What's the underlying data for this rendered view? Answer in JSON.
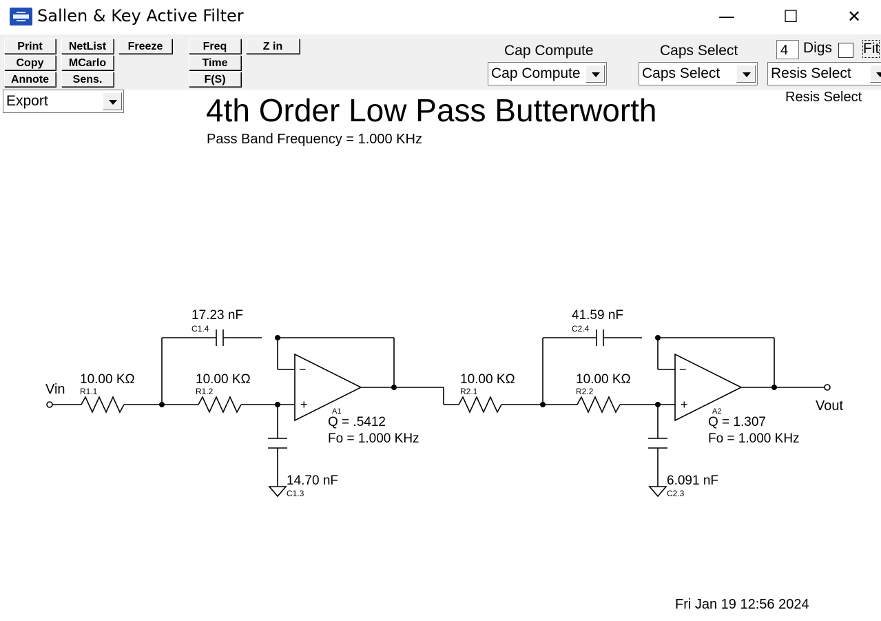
{
  "window": {
    "title": "Sallen & Key Active Filter",
    "minimize": "—",
    "maximize": "☐",
    "close": "✕"
  },
  "toolbar": {
    "print": "Print",
    "copy": "Copy",
    "annote": "Annote",
    "netlist": "NetList",
    "mcarlo": "MCarlo",
    "sens": "Sens.",
    "freeze": "Freeze",
    "freq": "Freq",
    "time": "Time",
    "fs": "F(S)",
    "zin": "Z in",
    "export": "Export",
    "cap_compute_label": "Cap Compute",
    "cap_compute_value": "Cap Compute",
    "caps_select_label": "Caps Select",
    "caps_select_value": "Caps Select",
    "digits": "4",
    "digs_label": "Digs",
    "fit_label": "Fit",
    "resis_select_value": "Resis Select",
    "resis_select_label": "Resis Select"
  },
  "schematic": {
    "title": "4th Order Low Pass Butterworth",
    "subtitle": "Pass Band Frequency = 1.000 KHz",
    "vin": "Vin",
    "vout": "Vout",
    "r11_value": "10.00 KΩ",
    "r11_name": "R1.1",
    "r12_value": "10.00 KΩ",
    "r12_name": "R1.2",
    "c14_value": "17.23 nF",
    "c14_name": "C1.4",
    "c13_value": "14.70 nF",
    "c13_name": "C1.3",
    "a1_name": "A1",
    "a1_q": "Q = .5412",
    "a1_fo": "Fo = 1.000 KHz",
    "r21_value": "10.00 KΩ",
    "r21_name": "R2.1",
    "r22_value": "10.00 KΩ",
    "r22_name": "R2.2",
    "c24_value": "41.59 nF",
    "c24_name": "C2.4",
    "c23_value": "6.091 nF",
    "c23_name": "C2.3",
    "a2_name": "A2",
    "a2_q": "Q = 1.307",
    "a2_fo": "Fo = 1.000 KHz",
    "opamp_minus": "−",
    "opamp_plus": "+"
  },
  "timestamp": "Fri Jan 19 12:56 2024"
}
